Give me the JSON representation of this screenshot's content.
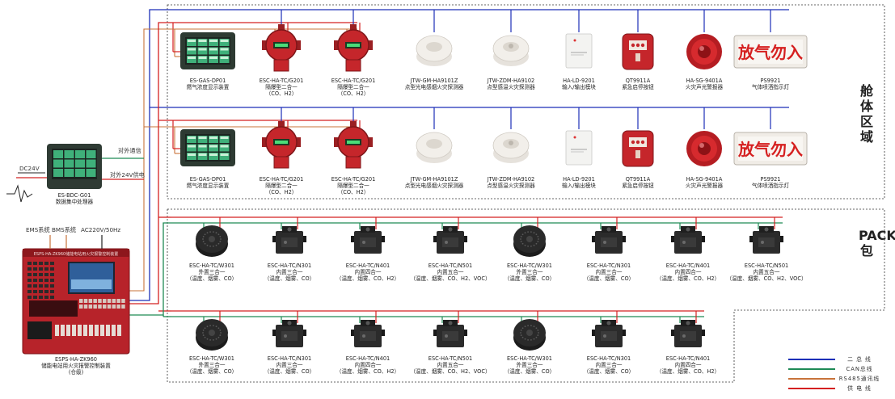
{
  "regions": {
    "cabin": [
      "舱",
      "体",
      "区",
      "域"
    ],
    "pack": [
      "P",
      "A",
      "C",
      "K",
      "包"
    ]
  },
  "cabin_devices": [
    {
      "model": "ES-GAS-DP01",
      "desc": "燃气浓度显示装置",
      "desc2": "",
      "icon": "gas-display-icon"
    },
    {
      "model": "ESC-HA-TC/G201",
      "desc": "隔爆型二合一",
      "desc2": "（CO、H2）",
      "icon": "explosion-proof-detector-icon"
    },
    {
      "model": "ESC-HA-TC/G201",
      "desc": "隔爆型二合一",
      "desc2": "（CO、H2）",
      "icon": "explosion-proof-detector-icon"
    },
    {
      "model": "JTW-GM-HA9101Z",
      "desc": "点型光电感烟火灾探测器",
      "desc2": "",
      "icon": "smoke-detector-icon"
    },
    {
      "model": "JTW-ZDM-HA9102",
      "desc": "点型感温火灾探测器",
      "desc2": "",
      "icon": "heat-detector-icon"
    },
    {
      "model": "HA-LD-9201",
      "desc": "输入/输出模块",
      "desc2": "",
      "icon": "io-module-icon"
    },
    {
      "model": "QT9911A",
      "desc": "紧急启停按钮",
      "desc2": "",
      "icon": "emergency-button-icon"
    },
    {
      "model": "HA-SG-9401A",
      "desc": "火灾声光警报器",
      "desc2": "",
      "icon": "alarm-icon"
    },
    {
      "model": "PS9921",
      "desc": "气体喷洒指示灯",
      "desc2": "",
      "icon": "release-sign-icon"
    }
  ],
  "release_sign_text": "放气勿入",
  "pack_row1": [
    {
      "model": "ESC-HA-TC/W301",
      "desc": "外置三合一",
      "desc2": "（温度、烟雾、CO）",
      "icon": "external-sensor-icon"
    },
    {
      "model": "ESC-HA-TC/N301",
      "desc": "内置三合一",
      "desc2": "（温度、烟雾、CO）",
      "icon": "internal-sensor-icon"
    },
    {
      "model": "ESC-HA-TC/N401",
      "desc": "内置四合一",
      "desc2": "（温度、烟雾、CO、H2）",
      "icon": "internal-sensor-icon"
    },
    {
      "model": "ESC-HA-TC/N501",
      "desc": "内置五合一",
      "desc2": "（温度、烟雾、CO、H2、VOC）",
      "icon": "internal-sensor-icon"
    },
    {
      "model": "ESC-HA-TC/W301",
      "desc": "外置三合一",
      "desc2": "（温度、烟雾、CO）",
      "icon": "external-sensor-icon"
    },
    {
      "model": "ESC-HA-TC/N301",
      "desc": "内置三合一",
      "desc2": "（温度、烟雾、CO）",
      "icon": "internal-sensor-icon"
    },
    {
      "model": "ESC-HA-TC/N401",
      "desc": "内置四合一",
      "desc2": "（温度、烟雾、CO、H2）",
      "icon": "internal-sensor-icon"
    },
    {
      "model": "ESC-HA-TC/N501",
      "desc": "内置五合一",
      "desc2": "（温度、烟雾、CO、H2、VOC）",
      "icon": "internal-sensor-icon"
    }
  ],
  "pack_row2": [
    {
      "model": "ESC-HA-TC/W301",
      "desc": "外置三合一",
      "desc2": "（温度、烟雾、CO）",
      "icon": "external-sensor-icon"
    },
    {
      "model": "ESC-HA-TC/N301",
      "desc": "内置三合一",
      "desc2": "（温度、烟雾、CO）",
      "icon": "internal-sensor-icon"
    },
    {
      "model": "ESC-HA-TC/N401",
      "desc": "内置四合一",
      "desc2": "（温度、烟雾、CO、H2）",
      "icon": "internal-sensor-icon"
    },
    {
      "model": "ESC-HA-TC/N501",
      "desc": "内置五合一",
      "desc2": "（温度、烟雾、CO、H2、VOC）",
      "icon": "internal-sensor-icon"
    },
    {
      "model": "ESC-HA-TC/W301",
      "desc": "外置三合一",
      "desc2": "（温度、烟雾、CO）",
      "icon": "external-sensor-icon"
    },
    {
      "model": "ESC-HA-TC/N301",
      "desc": "内置三合一",
      "desc2": "（温度、烟雾、CO）",
      "icon": "internal-sensor-icon"
    },
    {
      "model": "ESC-HA-TC/N401",
      "desc": "内置四合一",
      "desc2": "（温度、烟雾、CO、H2）",
      "icon": "internal-sensor-icon"
    }
  ],
  "bdc": {
    "model": "ES-BDC-G01",
    "desc": "数据集中处理器",
    "dc_label": "DC24V",
    "ext_comm": "对外通信",
    "ext_power": "对外24V供电"
  },
  "controller": {
    "model": "ESPS-HA-ZK960",
    "desc": "储能电站用火灾报警控制装置",
    "desc2": "(仓级)",
    "panel_title": "ESPS-HA-ZK960储能电站用火灾报警控制装置",
    "ems": "EMS系统",
    "bms": "BMS系统",
    "ac": "AC220V/50Hz"
  },
  "legend": [
    {
      "label": "二 总 线",
      "color": "#1c2fb8"
    },
    {
      "label": "CAN总线",
      "color": "#1f8a55"
    },
    {
      "label": "RS485通讯线",
      "color": "#c8733a"
    },
    {
      "label": "供 电 线",
      "color": "#d42020"
    }
  ],
  "colors": {
    "two_bus": "#1c2fb8",
    "can": "#1f8a55",
    "rs485": "#c8733a",
    "power": "#d42020",
    "device_red": "#c5262b",
    "controller_red": "#b7232a"
  }
}
